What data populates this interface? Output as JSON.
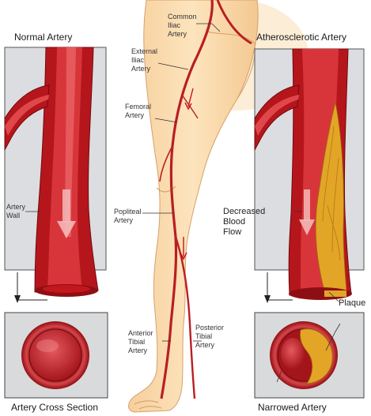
{
  "titles": {
    "normal_artery": "Normal Artery",
    "atherosclerotic_artery": "Atherosclerotic Artery",
    "cross_section": "Artery Cross Section",
    "narrowed_artery": "Narrowed Artery"
  },
  "leg_labels": {
    "common_iliac": [
      "Common",
      "Iliac",
      "Artery"
    ],
    "external_iliac": [
      "External",
      "Iliac",
      "Artery"
    ],
    "femoral": [
      "Femoral",
      "Artery"
    ],
    "popliteal": [
      "Popliteal",
      "Artery"
    ],
    "anterior_tibial": [
      "Anterior",
      "Tibial",
      "Artery"
    ],
    "posterior_tibial": [
      "Posterior",
      "Tibial",
      "Artery"
    ]
  },
  "panel_labels": {
    "artery_wall": [
      "Artery",
      "Wall"
    ],
    "decreased_blood_flow": [
      "Decreased",
      "Blood",
      "Flow"
    ],
    "plaque": "Plaque"
  },
  "colors": {
    "artery_red": "#c4161c",
    "artery_dark": "#8e0f13",
    "artery_light": "#e25a5a",
    "plaque_yellow": "#e3a526",
    "skin": "#fbdcae",
    "panel_gray": "#d9dadc"
  }
}
